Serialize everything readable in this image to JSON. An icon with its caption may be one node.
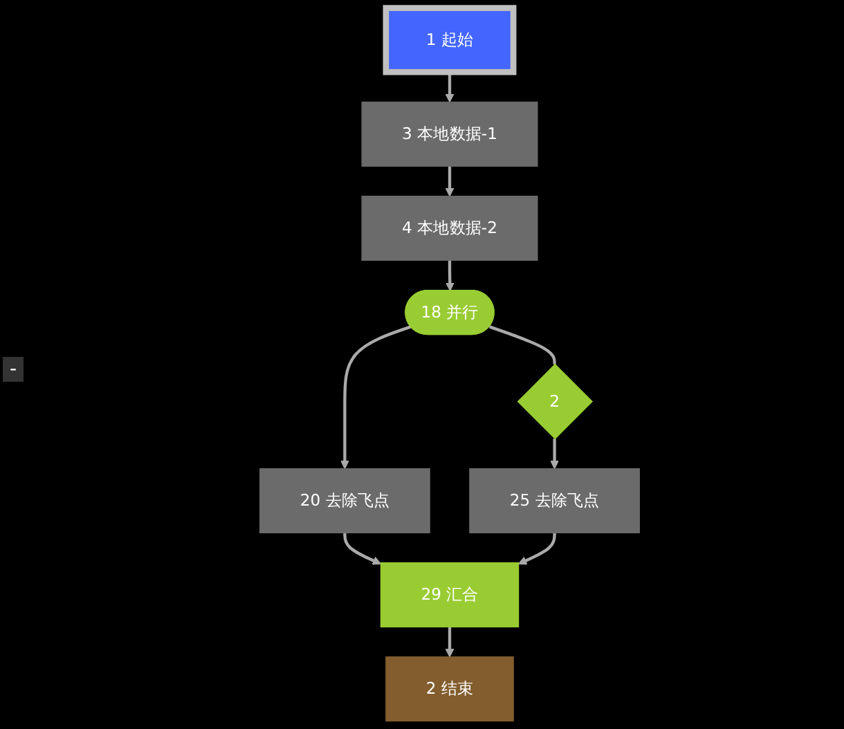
{
  "diagram": {
    "nodes": [
      {
        "text": [
          "1 起始"
        ]
      },
      {
        "text": [
          "3 本地数据-1"
        ]
      },
      {
        "text": [
          "4 本地数据-2"
        ]
      },
      {
        "text": [
          "18 并行"
        ]
      },
      {
        "text": [
          "2"
        ]
      },
      {
        "text": [
          "20 去除飞点"
        ]
      },
      {
        "text": [
          "25 去除飞点"
        ]
      },
      {
        "text": [
          "29 汇合"
        ]
      },
      {
        "text": [
          "2 结束"
        ]
      }
    ],
    "edges": [
      {
        "from": 0,
        "to": 1,
        "arrow": "to"
      },
      {
        "from": 1,
        "to": 2,
        "arrow": "to"
      },
      {
        "from": 2,
        "to": 3,
        "arrow": "to"
      },
      {
        "from": 3,
        "to": 4,
        "arrow": "none"
      },
      {
        "from": 3,
        "to": 5,
        "arrow": "to"
      },
      {
        "from": 4,
        "to": 6,
        "arrow": "to"
      },
      {
        "from": 5,
        "to": 7,
        "arrow": "to"
      },
      {
        "from": 6,
        "to": 7,
        "arrow": "to"
      },
      {
        "from": 7,
        "to": 8,
        "arrow": "to"
      }
    ],
    "labels": [
      "-"
    ]
  }
}
